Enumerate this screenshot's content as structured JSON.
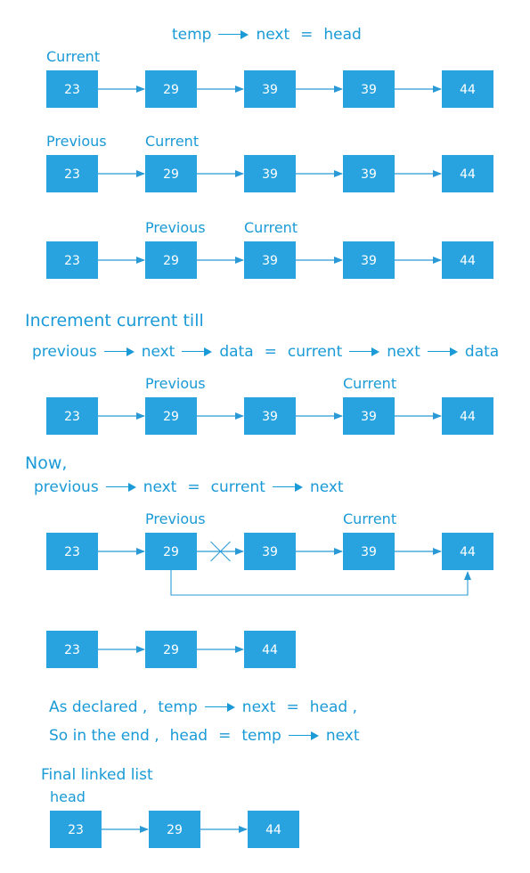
{
  "colors": {
    "node_fill": "#29a3e0",
    "node_text": "#ffffff",
    "line": "#2a9ad6",
    "text": "#1a9ad6"
  },
  "title_formula": [
    "temp",
    "arrow",
    "next",
    "=",
    "head"
  ],
  "rows": [
    {
      "values": [
        "23",
        "29",
        "39",
        "39",
        "44"
      ],
      "labels": [
        {
          "text": "Current",
          "node": 0
        }
      ]
    },
    {
      "values": [
        "23",
        "29",
        "39",
        "39",
        "44"
      ],
      "labels": [
        {
          "text": "Previous",
          "node": 0
        },
        {
          "text": "Current",
          "node": 1
        }
      ]
    },
    {
      "values": [
        "23",
        "29",
        "39",
        "39",
        "44"
      ],
      "labels": [
        {
          "text": "Previous",
          "node": 1
        },
        {
          "text": "Current",
          "node": 2
        }
      ]
    },
    {
      "values": [
        "23",
        "29",
        "39",
        "39",
        "44"
      ],
      "labels": [
        {
          "text": "Previous",
          "node": 1
        },
        {
          "text": "Current",
          "node": 3
        }
      ]
    },
    {
      "values": [
        "23",
        "29",
        "39",
        "39",
        "44"
      ],
      "labels": [
        {
          "text": "Previous",
          "node": 1
        },
        {
          "text": "Current",
          "node": 3
        }
      ],
      "cut_link": 1,
      "bypass": {
        "from": 1,
        "to": 4
      }
    },
    {
      "values": [
        "23",
        "29",
        "44"
      ],
      "labels": []
    },
    {
      "values": [
        "23",
        "29",
        "44"
      ],
      "labels": [
        {
          "text": "head",
          "node": 0
        }
      ]
    }
  ],
  "increment_heading": "Increment current till",
  "increment_formula": [
    "previous",
    "arrow",
    "next",
    "arrow",
    "data",
    "=",
    "current",
    "arrow",
    "next",
    "arrow",
    "data"
  ],
  "now_heading": "Now,",
  "now_formula": [
    "previous",
    "arrow",
    "next",
    "=",
    "current",
    "arrow",
    "next"
  ],
  "declared_line": [
    "As declared ,",
    "temp",
    "arrow",
    "next",
    "=",
    "head ,"
  ],
  "end_line": [
    "So in the end ,",
    "head",
    "=",
    "temp",
    "arrow",
    "next"
  ],
  "final_heading": "Final linked list"
}
